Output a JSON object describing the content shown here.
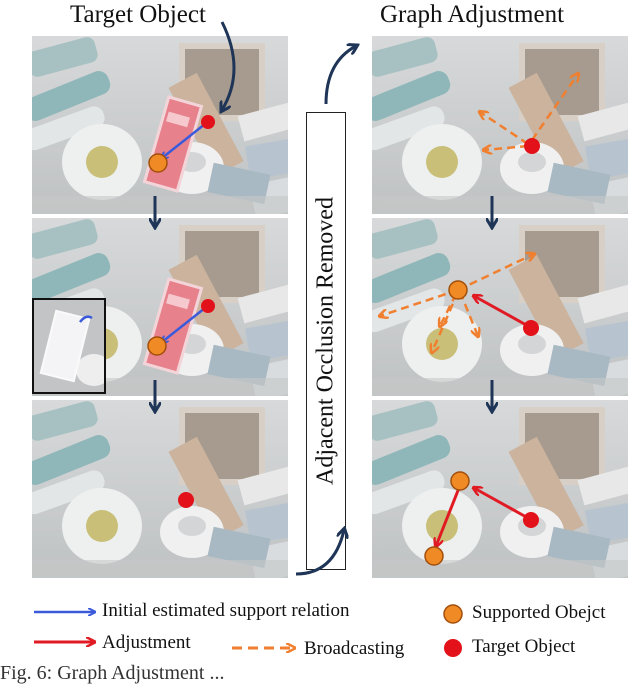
{
  "titles": {
    "left": "Target Object",
    "right": "Graph Adjustment"
  },
  "center_label": "Adjacent Occlusion Removed",
  "legend": {
    "initial": "Initial estimated support relation",
    "adjustment": "Adjustment",
    "broadcasting": "Broadcasting",
    "supported": "Supported Obejct",
    "target": "Target Object"
  },
  "caption": "Fig. 6: Graph Adjustment ...",
  "colors": {
    "initial_arrow": "#3b5bdb",
    "adjustment_arrow": "#e01b24",
    "broadcasting_arrow": "#f08030",
    "supported_object": "#f08a24",
    "target_object": "#e3121a",
    "flow_arrow": "#1f3557"
  }
}
